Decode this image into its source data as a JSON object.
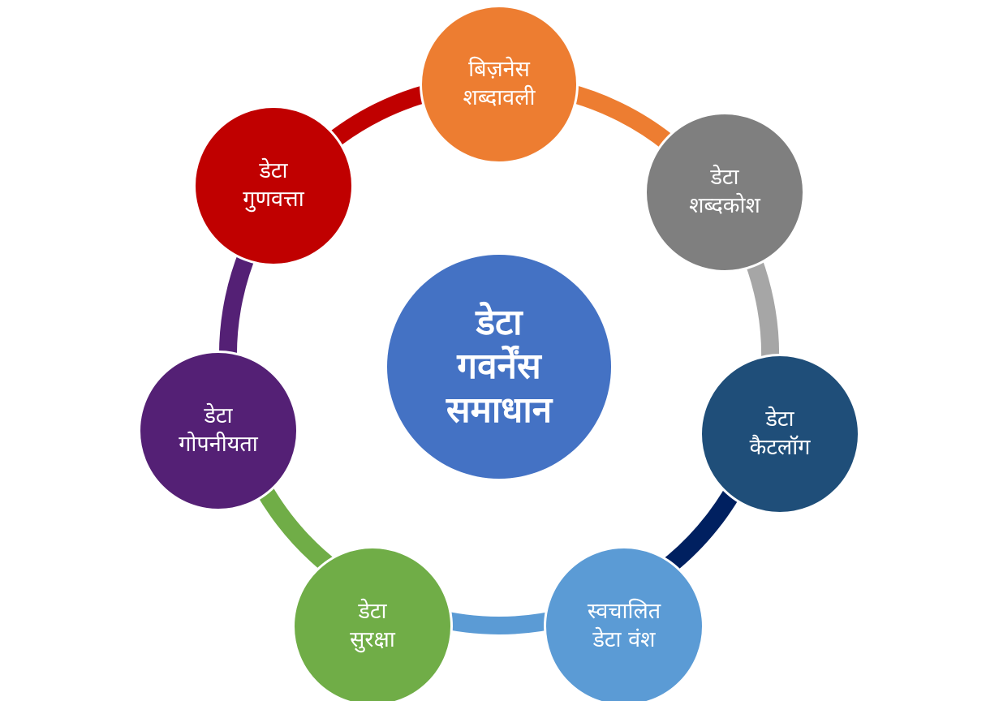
{
  "center": {
    "lines": [
      "डेटा",
      "गवर्नेंस",
      "समाधान"
    ],
    "color": "#4472c4"
  },
  "nodes": [
    {
      "id": "business-glossary",
      "lines": [
        "बिज़नेस",
        "शब्दावली"
      ],
      "color": "#ed7d31"
    },
    {
      "id": "data-dictionary",
      "lines": [
        "डेटा",
        "शब्दकोश"
      ],
      "color": "#7f7f7f"
    },
    {
      "id": "data-catalog",
      "lines": [
        "डेटा",
        "कैटलॉग"
      ],
      "color": "#1f4e79"
    },
    {
      "id": "automated-lineage",
      "lines": [
        "स्वचालित",
        "डेटा वंश"
      ],
      "color": "#5b9bd5"
    },
    {
      "id": "data-security",
      "lines": [
        "डेटा",
        "सुरक्षा"
      ],
      "color": "#70ad47"
    },
    {
      "id": "data-privacy",
      "lines": [
        "डेटा",
        "गोपनीयता"
      ],
      "color": "#542075"
    },
    {
      "id": "data-quality",
      "lines": [
        "डेटा",
        "गुणवत्ता"
      ],
      "color": "#c00000"
    }
  ],
  "connectors": [
    {
      "from": "business-glossary",
      "to": "data-dictionary",
      "color": "#ed7d31"
    },
    {
      "from": "data-dictionary",
      "to": "data-catalog",
      "color": "#a6a6a6"
    },
    {
      "from": "data-catalog",
      "to": "automated-lineage",
      "color": "#002060"
    },
    {
      "from": "automated-lineage",
      "to": "data-security",
      "color": "#5b9bd5"
    },
    {
      "from": "data-security",
      "to": "data-privacy",
      "color": "#70ad47"
    },
    {
      "from": "data-privacy",
      "to": "data-quality",
      "color": "#542075"
    },
    {
      "from": "data-quality",
      "to": "business-glossary",
      "color": "#c00000"
    }
  ]
}
